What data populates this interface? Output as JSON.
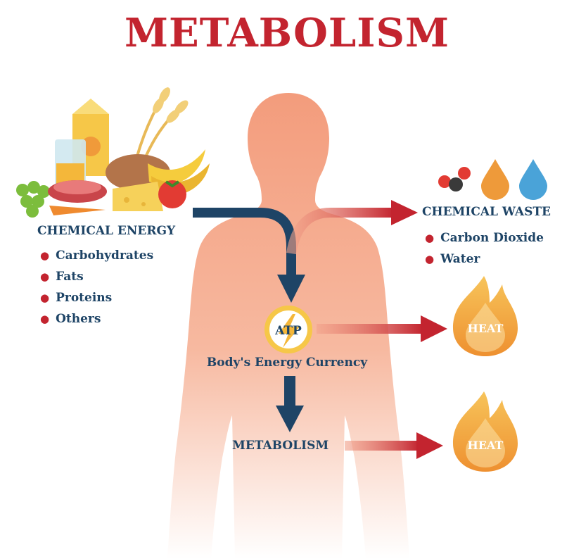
{
  "title": "METABOLISM",
  "chemical_energy": {
    "heading": "CHEMICAL ENERGY",
    "items": [
      "Carbohydrates",
      "Fats",
      "Proteins",
      "Others"
    ]
  },
  "chemical_waste": {
    "heading": "CHEMICAL WASTE",
    "items": [
      "Carbon Dioxide",
      "Water"
    ]
  },
  "atp": {
    "label": "ATP",
    "caption": "Body's Energy Currency"
  },
  "metabolism_label": "METABOLISM",
  "heat_labels": [
    "HEAT",
    "HEAT"
  ],
  "colors": {
    "title": "#c3242f",
    "text": "#1e4466",
    "arrow_dark": "#1e4466",
    "arrow_red": "#c3242f",
    "body": "#f4a183",
    "flame": "#f0a03a"
  },
  "icons": [
    "food-group-icon",
    "co2-molecule-icon",
    "orange-drop-icon",
    "blue-drop-icon",
    "atp-bolt-icon",
    "flame-icon"
  ]
}
